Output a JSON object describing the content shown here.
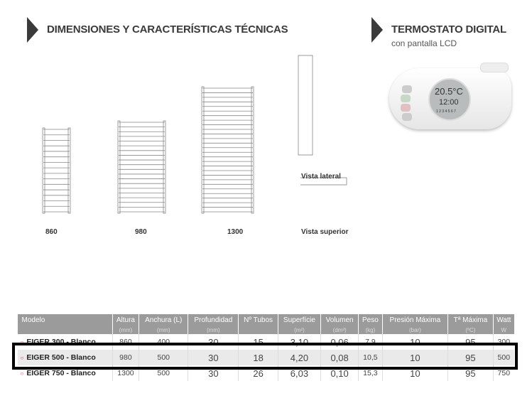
{
  "section_left": {
    "title": "DIMENSIONES Y CARACTERÍSTICAS TÉCNICAS"
  },
  "section_right": {
    "title": "TERMOSTATO DIGITAL",
    "subtitle": "con pantalla LCD"
  },
  "thermostat": {
    "temperature": "20.5°C",
    "time": "12:00",
    "days": "1 2 3 4 5 6 7"
  },
  "diagrams": {
    "labels": [
      "860",
      "980",
      "1300"
    ],
    "side_view": "Vista lateral",
    "top_view": "Vista superior"
  },
  "table": {
    "headers": [
      "Modelo",
      "Altura",
      "Anchura (L)",
      "Profundidad",
      "Nº Tubos",
      "Superfície",
      "Volumen",
      "Peso",
      "Presión Máxima",
      "Tª Máxima",
      "Watt"
    ],
    "units": [
      "",
      "(mm)",
      "(mm)",
      "(mm)",
      "",
      "(m²)",
      "(dm³)",
      "(kg)",
      "(bar)",
      "(ºC)",
      "W"
    ],
    "rows": [
      [
        "EIGER 300 - Blanco",
        "860",
        "400",
        "30",
        "15",
        "3,10",
        "0,06",
        "7,9",
        "10",
        "95",
        "300"
      ],
      [
        "EIGER 500 - Blanco",
        "980",
        "500",
        "30",
        "18",
        "4,20",
        "0,08",
        "10,5",
        "10",
        "95",
        "500"
      ],
      [
        "EIGER 750 - Blanco",
        "1300",
        "500",
        "30",
        "26",
        "6,03",
        "0,10",
        "15,3",
        "10",
        "95",
        "750"
      ]
    ]
  }
}
